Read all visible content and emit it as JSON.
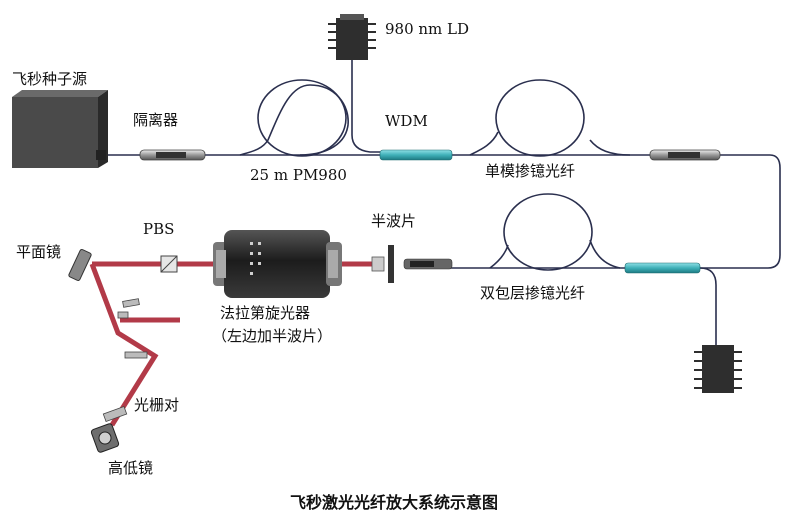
{
  "labels": {
    "seed_source": "飞秒种子源",
    "isolator": "隔离器",
    "pm_fiber": "25 m PM980",
    "pump_ld": "980 nm LD",
    "wdm": "WDM",
    "single_mode_fiber": "单模掺镱光纤",
    "half_wave_plate": "半波片",
    "pbs": "PBS",
    "plane_mirror": "平面镜",
    "faraday_rotator": "法拉第旋光器",
    "faraday_note": "（左边加半波片）",
    "double_clad_fiber": "双包层掺镱光纤",
    "grating_pair": "光栅对",
    "hl_mirror": "高低镜"
  },
  "caption": "飞秒激光光纤放大系统示意图",
  "colors": {
    "fiber": "#2a2f4e",
    "beam": "#b23a48",
    "wdm": "#3fb0b8",
    "device": "#3c3c3c"
  }
}
